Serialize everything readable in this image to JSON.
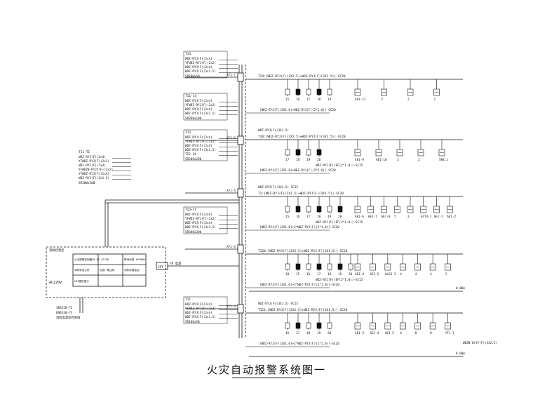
{
  "title": "火灾自动报警系统图一",
  "colors": {
    "line": "#111111",
    "dashed": "#555555",
    "background": "#ffffff"
  },
  "riser_labels": [
    "XF1-7",
    "XF1-6",
    "XF1-5",
    "XF1-4",
    "XF1-3"
  ],
  "left_stacks": {
    "floor7": {
      "tag": "TI4",
      "lines": [
        "WDZ-RYJ(F)(2x4)",
        "YFWDZ-RYJ(F)(2x2)",
        "WDZ-RYJ(F)(2x4)",
        "WDZ-RYJ(F)(3x1.5)"
      ],
      "pipe": "SR100x50"
    },
    "floor6": {
      "tag": "TI1-14",
      "lines": [
        "WDZ-RYJ(F)(2x4)",
        "YFWDZ-RYJ(F)(2x2)",
        "WDZ-RYJ(F)(2x4)",
        "WDZ-RYJ(F)(3x1.5)"
      ],
      "pipe": "SR300x100"
    },
    "floor5": {
      "tag": "TI3",
      "lines": [
        "WDZ-RYJ(F)(2x4)",
        "YFWDZ-RYJ(F)(2x2)",
        "WDZ-RYJ(F)(2x4)",
        "WDZ-RYJ(F)(3x1.5)",
        "TI2-14"
      ],
      "pipe": "SR300x200"
    },
    "floor4": {
      "tag": "TI2+TI",
      "lines": [
        "WDZ-RYJ(F)(2x4)",
        "YFWDZ-RYJ(F)(2x2)",
        "WDZ-RYJ(F)(2x4)",
        "WDZ-RYJ(F)(3x1.5)"
      ],
      "pipe": "SR300x200"
    },
    "floor3": {
      "tag": "TI1",
      "lines": [
        "WDZ-RYJ(F)(2x4)",
        "YFWDZ-RYJ(F)(2x2)",
        "WDZ-RYJ(F)(2x4)",
        "WDZ-RYJ(F)(3x1.5)"
      ],
      "pipe": "SR100x50"
    },
    "mid": {
      "tag": "TI1-TI",
      "lines": [
        "WDZ-RYJ(F)(2x4)",
        "YFWDZ-RYJ(F)(2x2)",
        "WDZ-RYJ(F)(2x4)",
        "YFWDZN-KYJY(F)(2x2)",
        "YFWDZ-RYJ(F)(2x4)",
        "WDZ-RYJ(F)(3x1.5)"
      ],
      "pipe": "SR300x200"
    }
  },
  "control_room": {
    "heading": "消防控制室",
    "cells": [
      "火灾报警控制器GB-QG-CS700",
      "联动电源 XP300W",
      "消防电话主机",
      "应急广播主机",
      "消防电源监控",
      "CRT图形显示"
    ],
    "power": "AC220V",
    "crt": "CRT",
    "crt_tag": "TR 电源",
    "footer": [
      "3RS250-FC",
      "ENS240-FC",
      "消防电源监控系统"
    ]
  },
  "buses": [
    {
      "id": "TI4",
      "text": "TI4:[WDZ-RYJ(F)(2X2.5)+WDZ-RYJ(F)(3X1.5)]-SC20",
      "sub": "[WDZ-RYJ(F)(2X1.0)+WDZ-RYJ(F)(2*1.0)]-SC20",
      "modules": [
        "15",
        "16",
        "17",
        "18",
        "19"
      ],
      "labels": [
        "AE1-11",
        "2",
        "2",
        "2"
      ]
    },
    {
      "id": "TI0",
      "text": "TI0:[WDZ-RYJ(F)(2X2.5)+WDZ-RYJ(F)(3X1.5)]-SC20",
      "top": "WDZ-RYJ(F)(3X1.5)",
      "sub": "[WDZ-RYJ(F)(2X1.0)+WDZ-RYJ(F)(2*1.0)]-SC20",
      "sub2": "WDZ-RYJ(F)(EF(2*1.0))-SC15",
      "modules": [
        "17",
        "18",
        "19",
        "20"
      ],
      "labels": [
        "AE1-9",
        "AE1-10",
        "3",
        "2",
        "SR8.1"
      ]
    },
    {
      "id": "TI",
      "text": "TI:[WDZ-RYJ(F)(2X2.5)+WDZ-RYJ(F)(3X1.5)]-SC20",
      "top": "WDZ-RYJ(F)(3X1.5)-SC15",
      "sub": "[WDZ-RYJ(F)(2X1.0)+2*WDZ-RYJ(F)(2*1.0)]-SC20",
      "sub2": "WDZ-RYJ(F)(EF(2*1.0))-SC15",
      "modules": [
        "15",
        "16",
        "17",
        "18",
        "19",
        "20"
      ],
      "labels": [
        "AE1-6",
        "AE1-7",
        "AE1-8",
        "5",
        "2",
        "AFT4-1",
        "AE1-1",
        "AE1-2"
      ]
    },
    {
      "id": "TI20",
      "text": "TI20:[WDZ-RYJ(F)(2X2.5)+WDZ-RYJ(F)(3X1.5)]-SC20",
      "sub": "[WDZ-RYJ(F)(2X1.0)+2*WDZ-RYJ(F)(2*1.0)]-SC20",
      "sub2": "WDZ-RYJ(F)(EF(2*1.0))-SC15",
      "modules": [
        "10",
        "15",
        "16",
        "17",
        "18",
        "19",
        "20"
      ],
      "labels": [
        "AE1-4",
        "AE1-5",
        "ALE6-3",
        "4",
        "4",
        "4",
        "1"
      ]
    },
    {
      "id": "TI21",
      "text": "TI21:[WDZ-RYJ(F)(2X2.5)+WDZ-RYJ(F)(3X1.5)]-SC20",
      "top": "WDZ-RYJ(F)(3X1.5)-SC15",
      "sub": "[WDZ-RYJ(F)(2X1.0)+2*WDZ-RYJ(F)(2*1.0)]-SC20",
      "modules": [
        "16",
        "17",
        "18",
        "19",
        "20"
      ],
      "labels": [
        "AE1-3",
        "AE1-4",
        "AE1-5",
        "4",
        "8",
        "8",
        "YT1-1"
      ]
    }
  ],
  "bus_tail": "WDZN-KYJY(F)(2X2.5)",
  "levels": [
    "0.00m",
    "0.00m"
  ]
}
